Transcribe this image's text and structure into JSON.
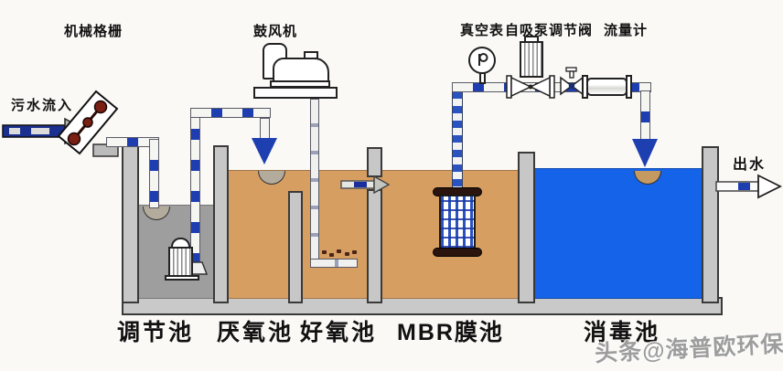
{
  "labels": {
    "inflow": "污水流入",
    "outflow": "出水",
    "screen": "机械格栅",
    "blower": "鼓风机",
    "vacuum_gauge": "真空表",
    "self_priming_pump": "自吸泵",
    "regulating_valve": "调节阀",
    "flow_meter": "流量计"
  },
  "tanks": [
    {
      "label": "调节池",
      "water_color": "#9e9e9e"
    },
    {
      "label": "厌氧池",
      "water_color": "#d79e62"
    },
    {
      "label": "好氧池",
      "water_color": "#d79e62"
    },
    {
      "label": "MBR膜池",
      "water_color": "#d79e62"
    },
    {
      "label": "消毒池",
      "water_color": "#1463e8"
    }
  ],
  "watermark": "头条@海普欧环保",
  "colors": {
    "background": "#faf9f6",
    "wall_grey": "#c7c7c7",
    "pipe_dash_blue": "#1d3db0",
    "arrow_blue": "#1e3fb0",
    "membrane_blue": "#2a52c0",
    "screen_sprocket_red": "#7a1f14",
    "surface_marker_grey": "#b3ab9c",
    "surface_marker_tan": "#c59a62"
  }
}
